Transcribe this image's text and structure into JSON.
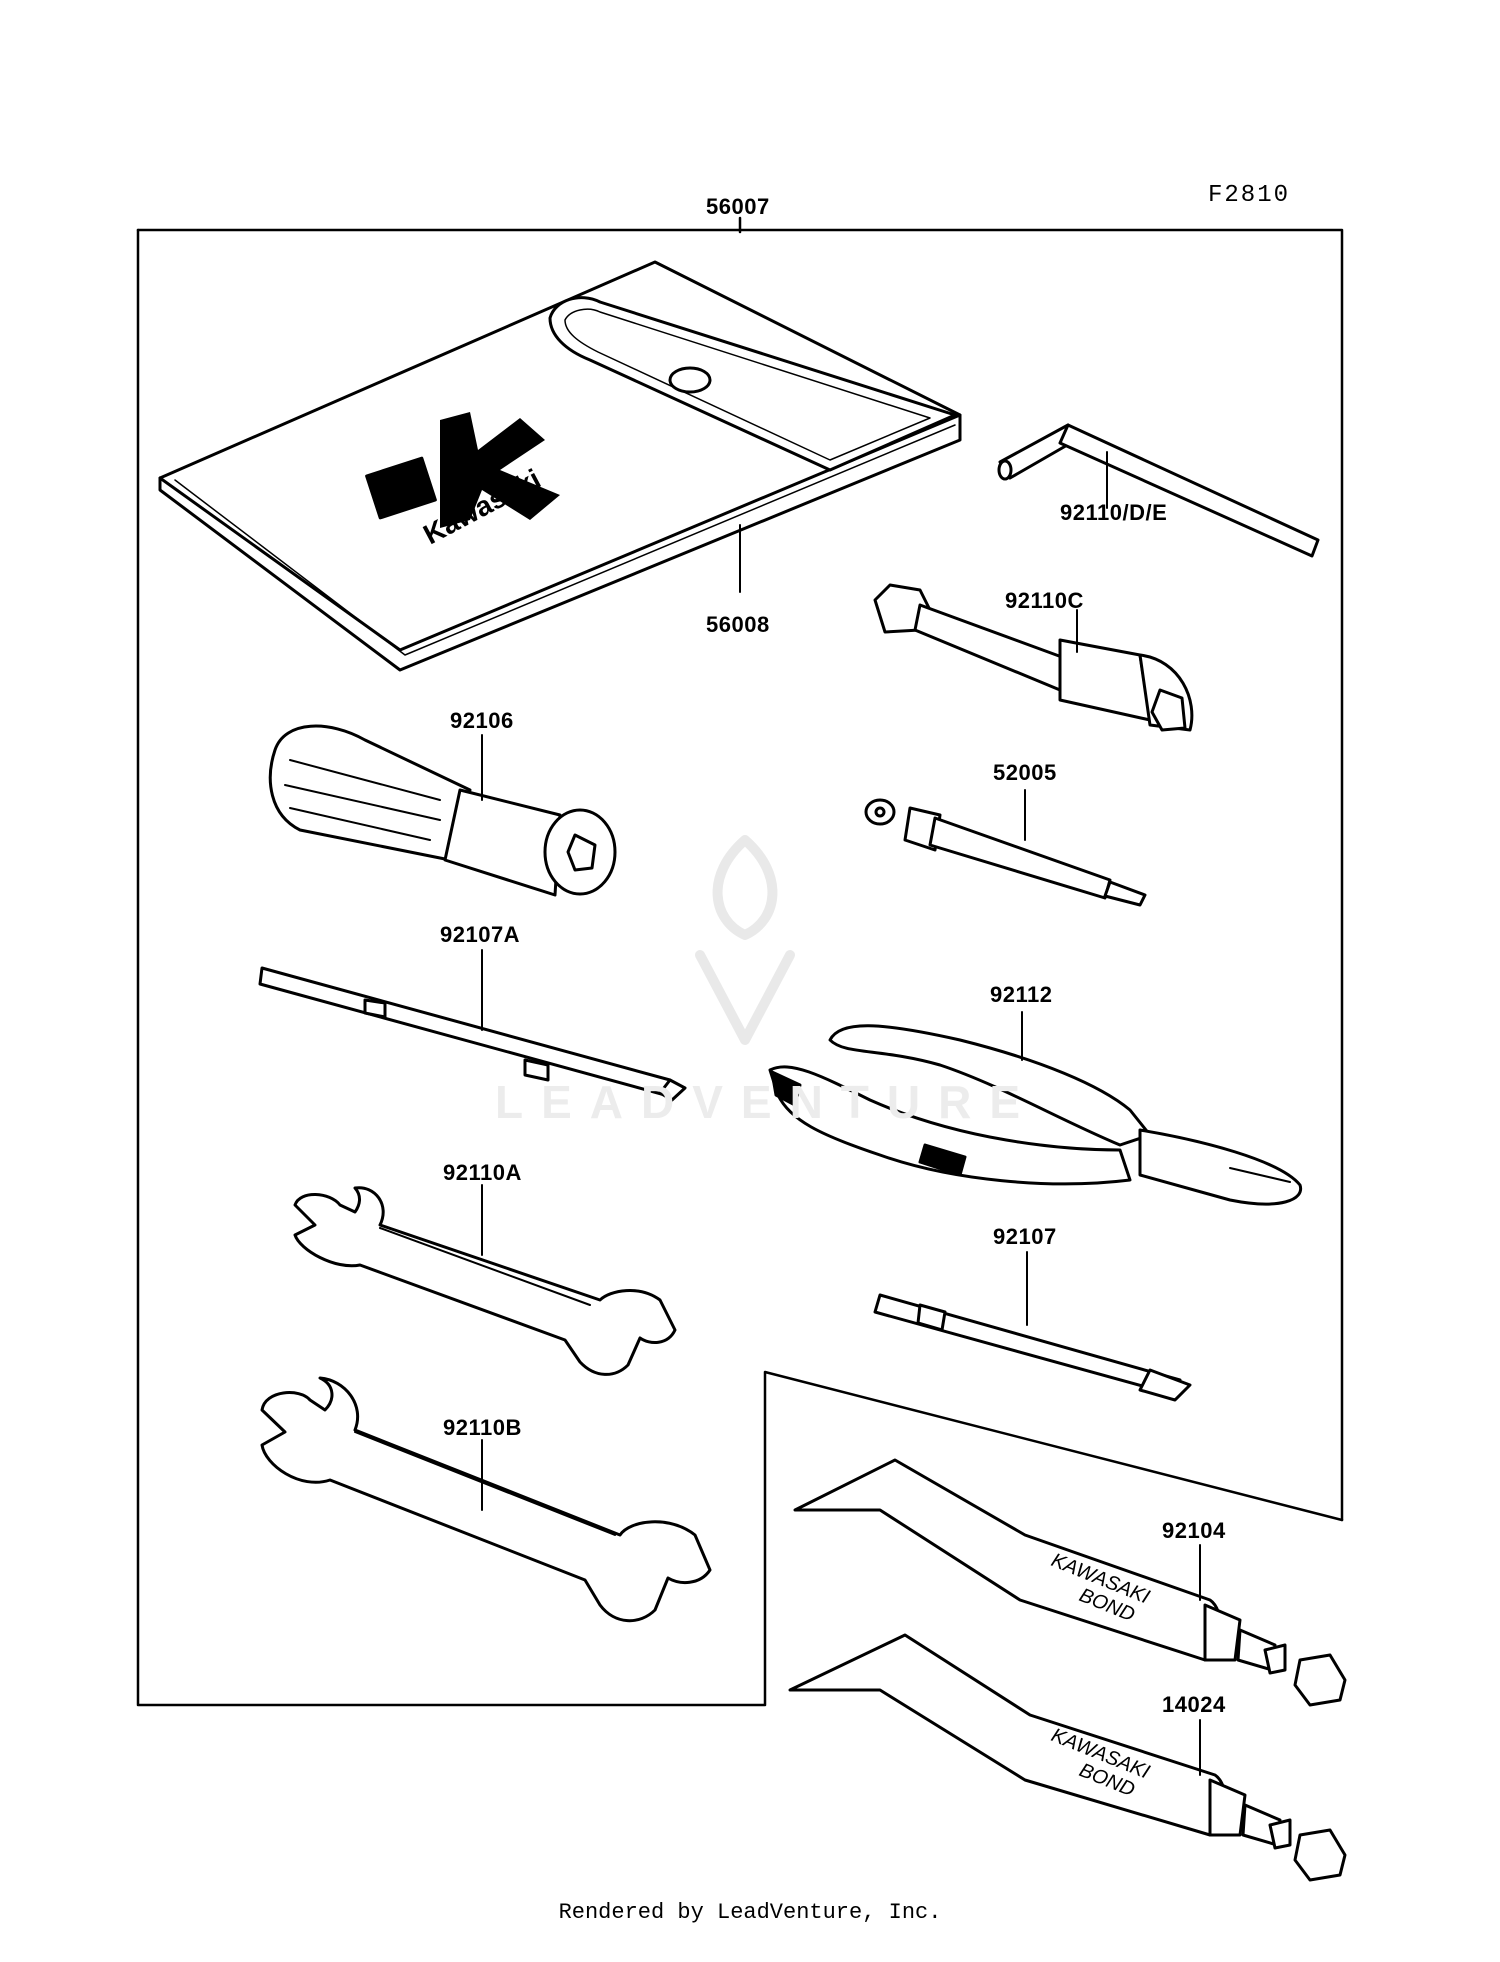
{
  "diagram_code": "F2810",
  "watermark_text": "LEADVENTURE",
  "footer": "Rendered by LeadVenture, Inc.",
  "brand_mark": "Kawasaki",
  "tube_label_line1": "KAWASAKI",
  "tube_label_line2": "BOND",
  "parts": {
    "kit": "56007",
    "pouch": "56008",
    "hex_key": "92110/D/E",
    "plug_wrench": "92110C",
    "handle": "92106",
    "extension_bar": "52005",
    "screwdriver_bit_a": "92107A",
    "pliers": "92112",
    "wrench_a": "92110A",
    "screwdriver_bit": "92107",
    "wrench_b": "92110B",
    "bond_a": "92104",
    "bond_b": "14024"
  }
}
